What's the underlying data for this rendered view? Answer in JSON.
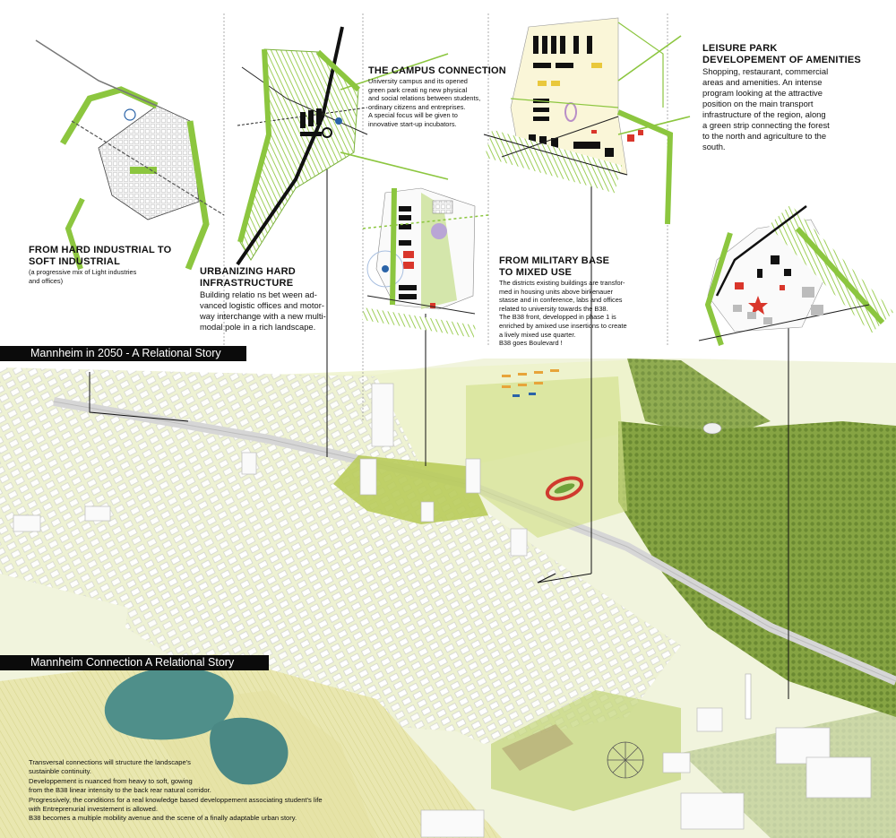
{
  "diagram": {
    "colors": {
      "green": "#8cc63f",
      "dark_green": "#6f9a3a",
      "forest": "#7e9e3e",
      "field": "#e8e6a6",
      "water": "#4f8f8a",
      "building": "#f2f2f2",
      "black": "#0b0b0b",
      "red": "#d9362b"
    },
    "panels": {
      "soft_industrial": {
        "title_lines": [
          "FROM HARD INDUSTRIAL TO",
          "SOFT INDUSTRIAL"
        ],
        "body_lines": [
          "(a progressive mix of Light industries",
          "and offices)"
        ]
      },
      "urbanizing": {
        "title_lines": [
          "URBANIZING HARD",
          "INFRASTRUCTURE"
        ],
        "body_lines": [
          "Building relatio ns bet ween ad-",
          "vanced logistic offices and motor-",
          "way interchange with a new multi-",
          "modal pole in a rich landscape."
        ]
      },
      "campus": {
        "title": "THE CAMPUS CONNECTION",
        "body_lines": [
          "University campus and its opened",
          "green park creati ng new physical",
          "and social relations between students,",
          "ordinary citizens and entreprises.",
          "A special focus will be given to",
          "innovative start-up incubators."
        ]
      },
      "military": {
        "title_lines": [
          "FROM MILITARY BASE",
          "TO MIXED USE"
        ],
        "body_lines": [
          "The districts existing buildings are transfor-",
          "med in housing units above birkenauer",
          "stasse and in conference, labs and offices",
          "related to university towards the B38.",
          "The B38 front, developped in phase 1 is",
          "enriched by amixed use insertions to create",
          "a lively mixed use quarter.",
          "B38 goes Boulevard !"
        ]
      },
      "leisure": {
        "title_lines": [
          "LEISURE PARK",
          "DEVELOPEMENT OF AMENITIES"
        ],
        "body_lines": [
          "Shopping, restaurant, commercial",
          "areas and amenities.  An  intense",
          "program looking at the attractive",
          "position on the main transport",
          "infrastructure of the region, along",
          "a green strip connecting the forest",
          "to the north and agriculture to the",
          "south."
        ]
      }
    },
    "bands": {
      "story_2050": "Mannheim in 2050 -  A Relational Story",
      "connection": "Mannheim Connection A Relational Story"
    },
    "footnote_lines": [
      "Transversal connections will  structure the landscape's",
      "sustainble continuity.",
      "Developpement is nuanced from heavy to soft, gowing",
      "from the B38 linear intensity to the back rear natural corridor.",
      "Progressively, the conditions for a real knowledge based developpement associating student's life",
      "with Entreprenurial investement is allowed.",
      "B38 becomes a multiple mobility avenue and the scene of a finally adaptable urban story."
    ]
  }
}
